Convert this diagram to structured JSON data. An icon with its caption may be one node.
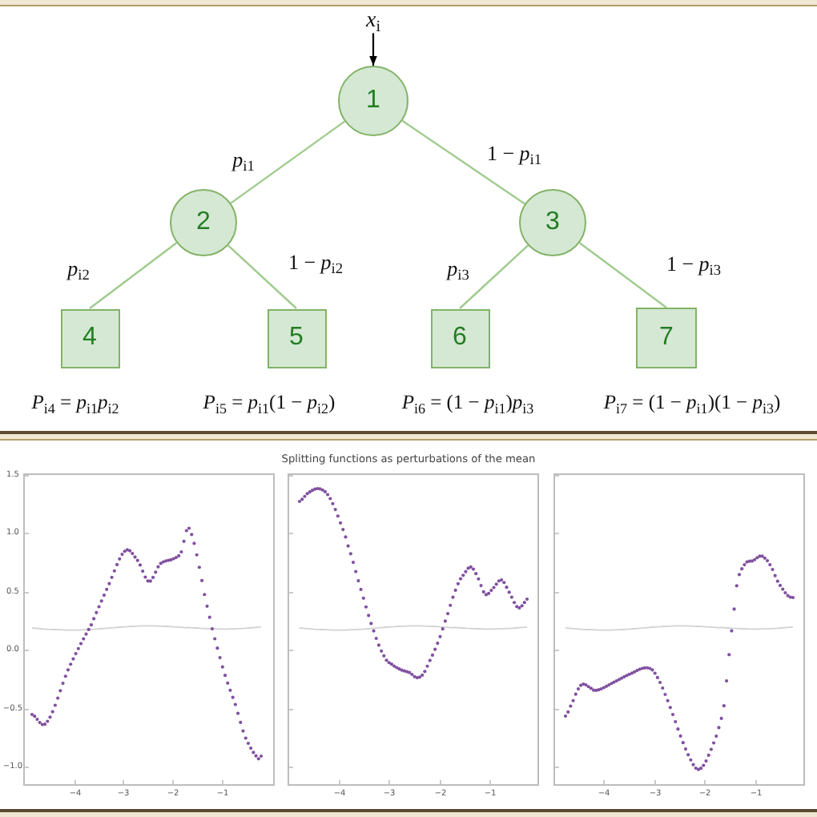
{
  "diagram": {
    "nodes": [
      {
        "text": [
          "*x*$_{i}$"
        ]
      },
      {
        "text": [
          "1"
        ]
      },
      {
        "text": [
          "2"
        ]
      },
      {
        "text": [
          "3"
        ]
      },
      {
        "text": [
          "4"
        ],
        "beside": [
          "*P*$_{i4}$ = *p*$_{i1}$*p*$_{i2}$"
        ]
      },
      {
        "text": [
          "5"
        ],
        "beside": [
          "*P*$_{i5}$ = *p*$_{i1}$(1 − *p*$_{i2}$)"
        ]
      },
      {
        "text": [
          "6"
        ],
        "beside": [
          "*P*$_{i6}$ = (1 − *p*$_{i1}$)*p*$_{i3}$"
        ]
      },
      {
        "text": [
          "7"
        ],
        "beside": [
          "*P*$_{i7}$ = (1 − *p*$_{i1}$)(1 − *p*$_{i3}$)"
        ]
      }
    ],
    "edges": [
      {
        "from": 0,
        "to": 1,
        "arrow": "to",
        "color": "#000000"
      },
      {
        "from": 1,
        "to": 2,
        "arrow": "none",
        "label": "*p*$_{i1}$"
      },
      {
        "from": 1,
        "to": 3,
        "arrow": "none",
        "label": "1 − *p*$_{i1}$"
      },
      {
        "from": 2,
        "to": 4,
        "arrow": "none",
        "label": "*p*$_{i2}$"
      },
      {
        "from": 2,
        "to": 5,
        "arrow": "none",
        "label": "1 − *p*$_{i2}$"
      },
      {
        "from": 3,
        "to": 6,
        "arrow": "none",
        "label": "*p*$_{i3}$"
      },
      {
        "from": 3,
        "to": 7,
        "arrow": "none",
        "label": "1 − *p*$_{i3}$"
      }
    ],
    "labels": [
      "Splitting functions as perturbations of the mean",
      "1.5",
      "1.0",
      "0.5",
      "0.0",
      "−0.5",
      "−1.0",
      "−4",
      "−3",
      "−2",
      "−1",
      "−4",
      "−3",
      "−2",
      "−1",
      "−4",
      "−3",
      "−2",
      "−1"
    ]
  }
}
